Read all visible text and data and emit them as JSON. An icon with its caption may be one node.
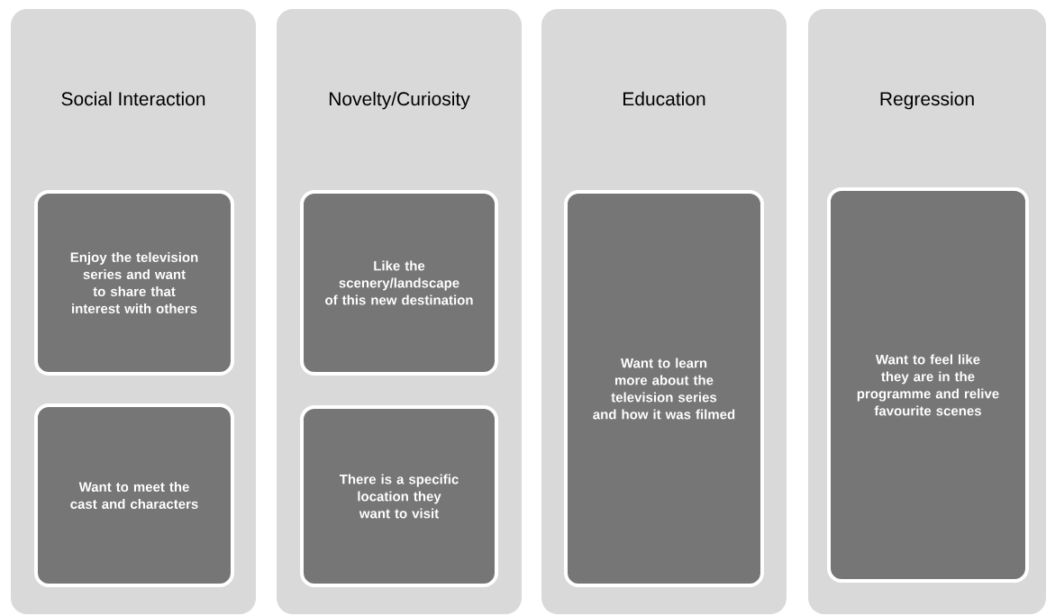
{
  "diagram": {
    "nodes": [
      {
        "text": [
          "Social Interaction"
        ]
      },
      {
        "text": [
          "Enjoy the television series and want to share that interest with others"
        ],
        "in": 0
      },
      {
        "text": [
          "Want to meet the cast and characters"
        ],
        "in": 0
      },
      {
        "text": [
          "Novelty/Curiosity"
        ]
      },
      {
        "text": [
          "Like the scenery/landscape of this new destination"
        ],
        "in": 3
      },
      {
        "text": [
          "There is a specific location they want to visit"
        ],
        "in": 3
      },
      {
        "text": [
          "Education"
        ]
      },
      {
        "text": [
          "Want to learn more about the television series and how it was filmed"
        ],
        "in": 6
      },
      {
        "text": [
          "Regression"
        ]
      },
      {
        "text": [
          "Want to feel like they are in the programme and relive favourite scenes"
        ],
        "in": 8
      }
    ]
  }
}
